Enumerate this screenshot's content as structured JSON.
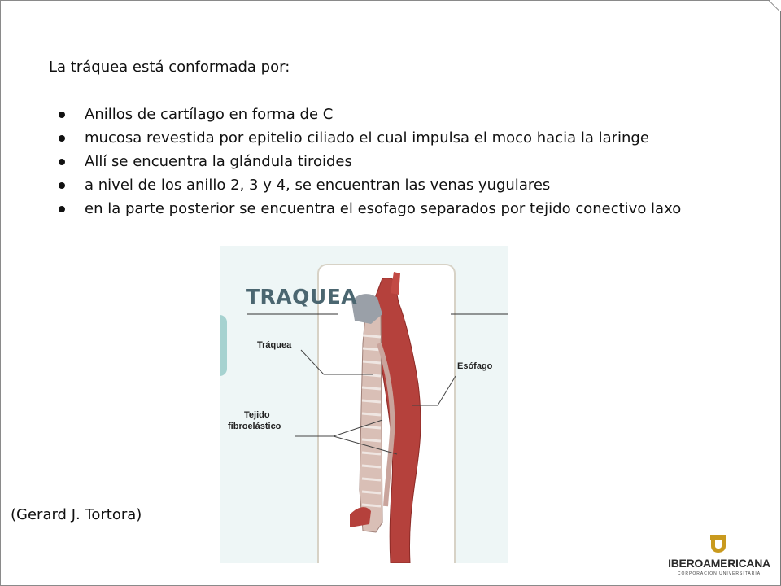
{
  "slide": {
    "title": "La tráquea está conformada por:",
    "bullets": [
      "Anillos de cartílago en forma de C",
      "mucosa revestida por epitelio ciliado el cual impulsa el moco hacia la laringe",
      "Allí se encuentra la glándula tiroides",
      "a nivel de los anillo 2, 3 y 4, se encuentran las venas yugulares",
      "en la parte posterior se encuentra el esofago separados por tejido conectivo laxo"
    ],
    "credit": "(Gerard J. Tortora)"
  },
  "figure": {
    "title": "TRAQUEA",
    "labels": {
      "trachea": "Tráquea",
      "esophagus": "Esófago",
      "tissue_line1": "Tejido",
      "tissue_line2": "fibroelástico"
    }
  },
  "logo": {
    "name": "IBEROAMERICANA",
    "subtitle": "CORPORACIÓN UNIVERSITARIA",
    "colors": {
      "emblem": "#c99a1e",
      "text": "#2a2a2a"
    }
  }
}
